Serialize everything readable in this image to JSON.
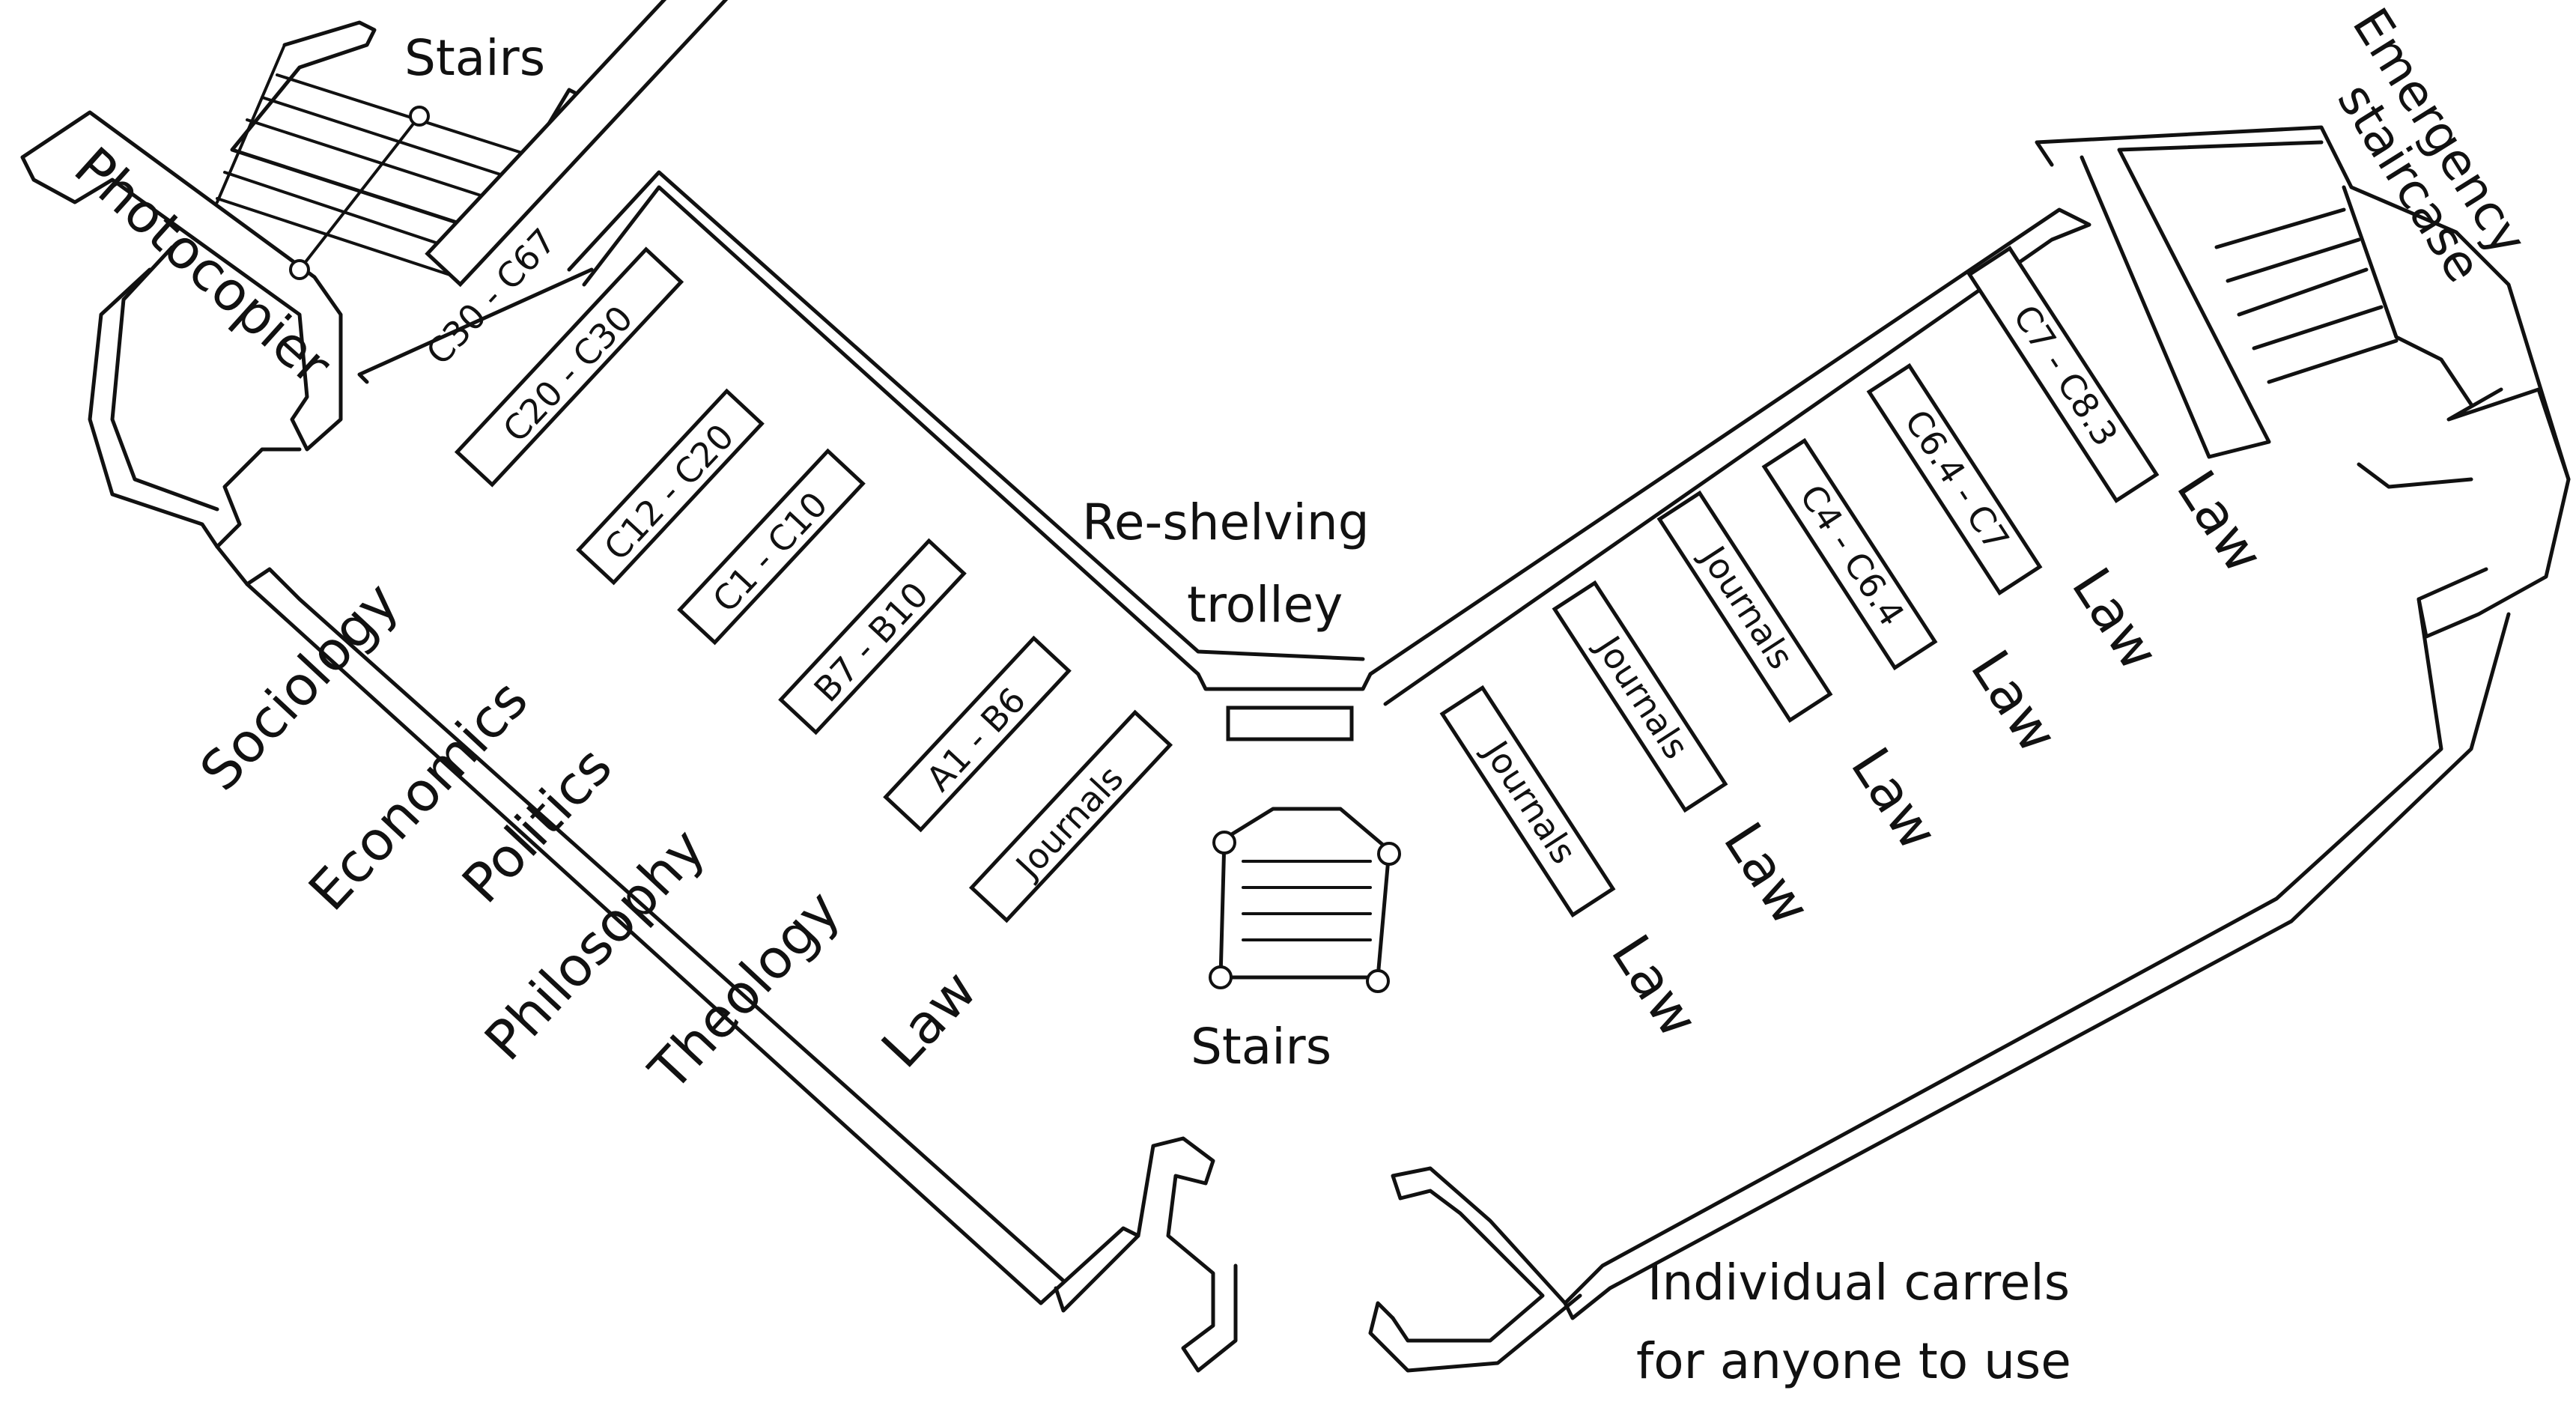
{
  "map": {
    "top_stairs": "Stairs",
    "photocopier": "Photocopier",
    "reshelving_line1": "Re-shelving",
    "reshelving_line2": "trolley",
    "center_stairs": "Stairs",
    "emergency_line1": "Emergency",
    "emergency_line2": "staircase",
    "carrels_line1": "Individual carrels",
    "carrels_line2": "for anyone to use",
    "left_shelves": [
      "C30 - C67",
      "C20 - C30",
      "C12 - C20",
      "C1 - C10",
      "B7 - B10",
      "A1 - B6",
      "Journals"
    ],
    "left_subjects": [
      "Sociology",
      "Economics",
      "Politics",
      "Philosophy",
      "Theology",
      "Law"
    ],
    "right_shelves": [
      "Journals",
      "Journals",
      "Journals",
      "C4 - C6.4",
      "C6.4 - C7",
      "C7 - C8.3"
    ],
    "right_subjects": [
      "Law",
      "Law",
      "Law",
      "Law",
      "Law",
      "Law"
    ]
  }
}
